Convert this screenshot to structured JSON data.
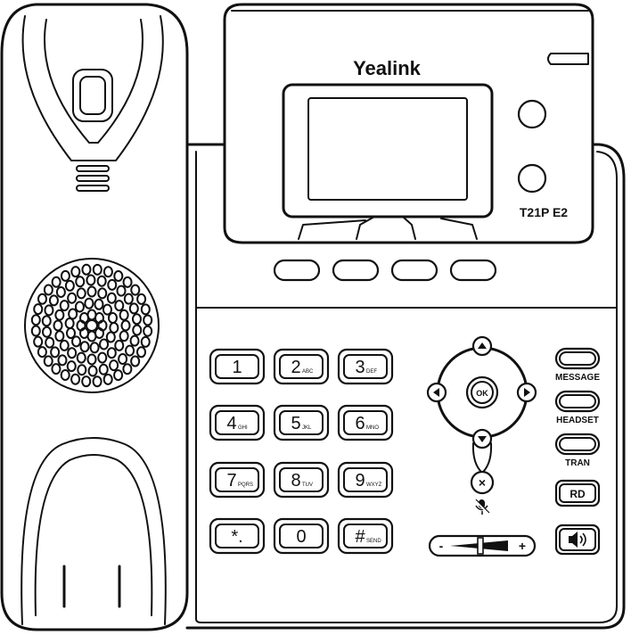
{
  "brand": "Yealink",
  "model": "T21P E2",
  "keypad": [
    {
      "main": "1",
      "sub": ""
    },
    {
      "main": "2",
      "sub": "ABC"
    },
    {
      "main": "3",
      "sub": "DEF"
    },
    {
      "main": "4",
      "sub": "GHI"
    },
    {
      "main": "5",
      "sub": "JKL"
    },
    {
      "main": "6",
      "sub": "MNO"
    },
    {
      "main": "7",
      "sub": "PQRS"
    },
    {
      "main": "8",
      "sub": "TUV"
    },
    {
      "main": "9",
      "sub": "WXYZ"
    },
    {
      "main": "*.",
      "sub": ""
    },
    {
      "main": "0",
      "sub": ""
    },
    {
      "main": "#",
      "sub": "SEND"
    }
  ],
  "nav": {
    "ok": "OK",
    "x": "×"
  },
  "keys": {
    "message": "MESSAGE",
    "headset": "HEADSET",
    "tran": "TRAN",
    "rd": "RD"
  },
  "volume": {
    "minus": "-",
    "plus": "+"
  },
  "icons": {
    "mute": "mic-mute-icon",
    "speaker": "speaker-icon",
    "up": "arrow-up-icon",
    "down": "arrow-down-icon",
    "left": "arrow-left-icon",
    "right": "arrow-right-icon"
  }
}
